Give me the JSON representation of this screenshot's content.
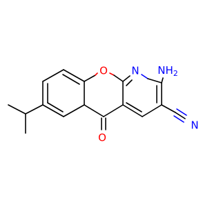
{
  "molecule": {
    "labels": {
      "ring_oxygen": "O",
      "pyridine_nitrogen": "N",
      "amino": "NH",
      "amino_subscript": "2",
      "carbonyl_oxygen": "O",
      "nitrile_nitrogen": "N"
    },
    "colors": {
      "bond": "#000000",
      "oxygen": "#ff0000",
      "nitrogen": "#0000ff"
    }
  }
}
